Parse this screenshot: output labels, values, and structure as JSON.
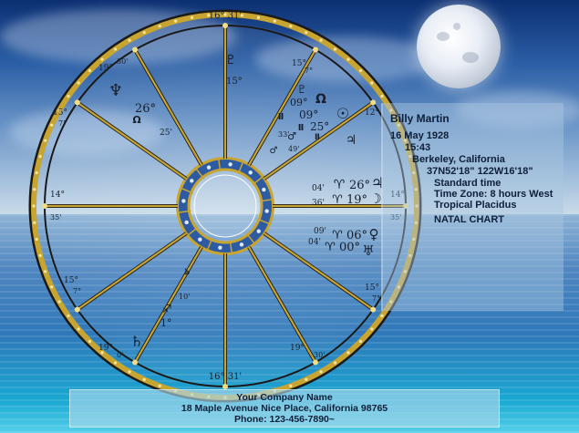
{
  "chart_info": {
    "name": "Billy Martin",
    "date": "16 May 1928",
    "time": "15:43",
    "place": "Berkeley, California",
    "coords": "37N52'18\"  122W16'18\"",
    "time_type": "Standard time",
    "time_zone": "Time Zone: 8 hours West",
    "house_system": "Tropical Placidus",
    "chart_type": "NATAL CHART"
  },
  "company": {
    "name": "Your Company Name",
    "address": "18 Maple Avenue  Nice Place, California 98765",
    "phone": "Phone: 123-456-7890~"
  },
  "wheel": {
    "top_cusp": "16° 31'",
    "bottom_cusp": "16° 31'",
    "cusps": {
      "left_upper": "19°",
      "left_upper_min": "30'",
      "left_mid": "15°",
      "left_mid_2": "7°",
      "left": "14°",
      "left_min": "35'",
      "left_lower": "15°",
      "left_lower_2": "7°",
      "left_bottom": "19°",
      "left_bottom_min": "0'",
      "right_upper": "15°",
      "right_upper_2": "7°",
      "right_mid": "12°",
      "right": "14°",
      "right_min": "35'",
      "right_lower": "15°",
      "right_lower_2": "7°",
      "right_bottom": "19°",
      "right_bottom_min": "30'"
    },
    "planets": {
      "neptune_deg": "26°",
      "neptune_min": "25'",
      "pluto_deg": "15°",
      "mars_deg": "09°",
      "mars_min": "33'",
      "node_deg": "09°",
      "sun_deg": "25°",
      "sun_min": "49'",
      "jupiter_min": "04'",
      "jupiter_deg": "26°",
      "moon_min": "36'",
      "moon_deg": "19°",
      "venus_min": "09'",
      "venus_deg": "06°",
      "uranus_min": "04'",
      "uranus_deg": "00°",
      "saturn_deg": "1°",
      "saturn_min": "10'"
    },
    "colors": {
      "ring_gold": "#c8a431",
      "ring_dark": "#1a1a1a",
      "sign_blue": "#2d5ba3"
    }
  }
}
